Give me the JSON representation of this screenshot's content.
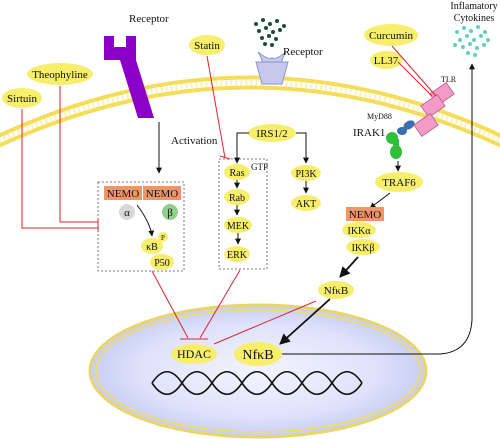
{
  "labels": {
    "receptor_left": "Receptor",
    "receptor_right": "Receptor",
    "activation": "Activation",
    "statin": "Statin",
    "theophyline": "Theophyline",
    "sirtuin": "Sirtuin",
    "curcumin": "Curcumin",
    "ll37": "LL37",
    "inflam_cyt_line1": "Inflamatory",
    "inflam_cyt_line2": "Cytokines",
    "tlr": "TLR",
    "myd88": "MyD88",
    "irak1": "IRAK1",
    "traf6": "TRAF6",
    "nemo_right": "NEMO",
    "ikka": "IKKα",
    "ikkb": "IKKβ",
    "nfkb_right": "NfκB",
    "nemo1": "NEMO",
    "nemo2": "NEMO",
    "alpha": "α",
    "beta": "β",
    "kb": "κB",
    "p": "P",
    "p50": "P50",
    "irs": "IRS1/2",
    "gtp": "GTP",
    "ras": "Ras",
    "rab": "Rab",
    "mek": "MEK",
    "erk": "ERK",
    "pi3k": "PI3K",
    "akt": "AKT",
    "hdac": "HDAC",
    "nfkb_nucleus": "NfκB"
  },
  "colors": {
    "membrane": "#f3dd5a",
    "receptor_purple": "#8b00c9",
    "node_yellow": "#f7ee6b",
    "nemo_orange": "#f0946a",
    "inhibit_red": "#d9262b",
    "nucleus_fill": "#cdd3f7",
    "cytokine_teal": "#5fd1c3",
    "receptor_dots": "#1f4a3c",
    "tlr_pink": "#f39ac6",
    "myd88_blue": "#3b6fb3",
    "irak_green": "#2fbf3a"
  }
}
